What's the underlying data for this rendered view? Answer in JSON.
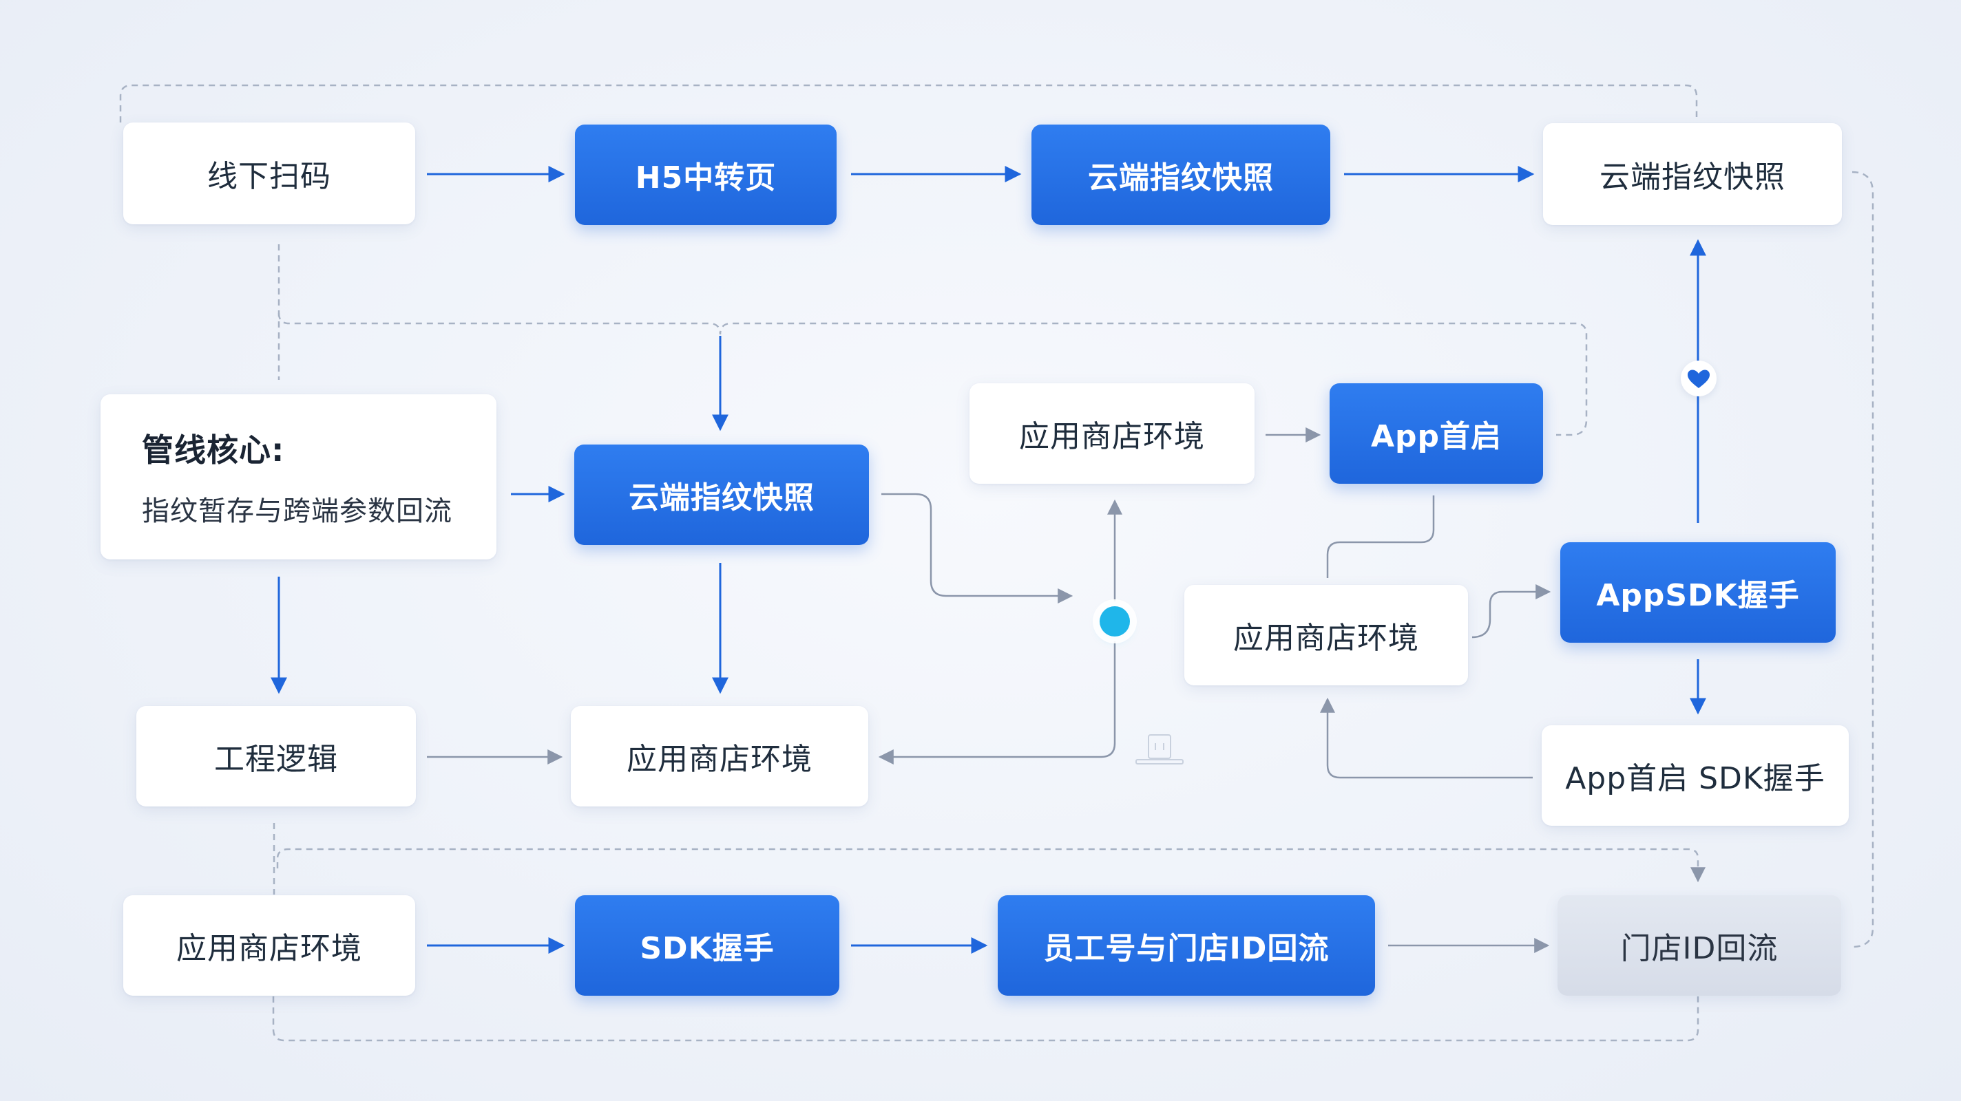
{
  "nodes": {
    "offline_scan": "线下扫码",
    "h5_transfer": "H5中转页",
    "cloud_snapshot_top": "云端指纹快照",
    "cloud_snapshot_right": "云端指纹快照",
    "core_title": "管线核心:",
    "core_subtitle": "指纹暂存与跨端参数回流",
    "cloud_snapshot_mid": "云端指纹快照",
    "store_env_top": "应用商店环境",
    "app_launch": "App首启",
    "store_env_mid": "应用商店环境",
    "app_sdk_handshake": "AppSDK握手",
    "engineering_logic": "工程逻辑",
    "store_env_lower": "应用商店环境",
    "app_launch_sdk": "App首启 SDK握手",
    "store_env_bottom": "应用商店环境",
    "sdk_handshake": "SDK握手",
    "staff_store_return": "员工号与门店ID回流",
    "store_id_return": "门店ID回流"
  },
  "icons": {
    "junction": "junction-dot",
    "heart": "heart-icon",
    "faint": "doc-icon"
  },
  "colors": {
    "accent_blue": "#1f66dc",
    "connector_blue": "#1f66dc",
    "connector_gray": "#8b96aa",
    "dashed_gray": "#a7b2c4",
    "junction_cyan": "#1fb6ea",
    "terminal_gray": "#d6dce8"
  }
}
